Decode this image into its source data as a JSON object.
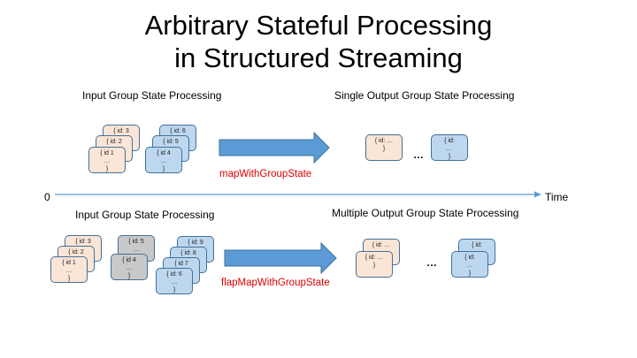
{
  "title": {
    "line1": "Arbitrary Stateful Processing",
    "line2": "in Structured Streaming"
  },
  "labels": {
    "input_top": "Input Group State Processing",
    "output_top": "Single Output Group State Processing",
    "input_bottom": "Input Group State Processing",
    "output_bottom": "Multiple Output Group State Processing",
    "func_top": "mapWithGroupState",
    "func_bottom": "flapMapWithGroupState"
  },
  "timeline": {
    "origin": "0",
    "end_label": "Time"
  },
  "ellipsis": "…",
  "cards": {
    "top_a": [
      "{ id: 3",
      "{ id: 2",
      "{ id 1"
    ],
    "top_b": [
      "{ id: 6",
      "{ id: 5",
      "{ id 4"
    ],
    "top_out": [
      "{ id: …",
      "{ id:"
    ],
    "bot_a": [
      "{ id: 3",
      "{ id: 2",
      "{ id 1"
    ],
    "bot_b": [
      "{ id: 5",
      "{ id 4"
    ],
    "bot_c": [
      "{ id: 9",
      "{ id: 8",
      "{ id 7",
      "{ id: 6"
    ],
    "bot_out_a": [
      "{ id: …",
      "{ id: …"
    ],
    "bot_out_b": [
      "{ id:",
      "{ id:"
    ],
    "dots": "…",
    "brace": "}"
  },
  "colors": {
    "arrow": "#5b9bd5",
    "arrow_border": "#41719c",
    "func_text": "#e00000",
    "timeline": "#5b9bd5"
  }
}
